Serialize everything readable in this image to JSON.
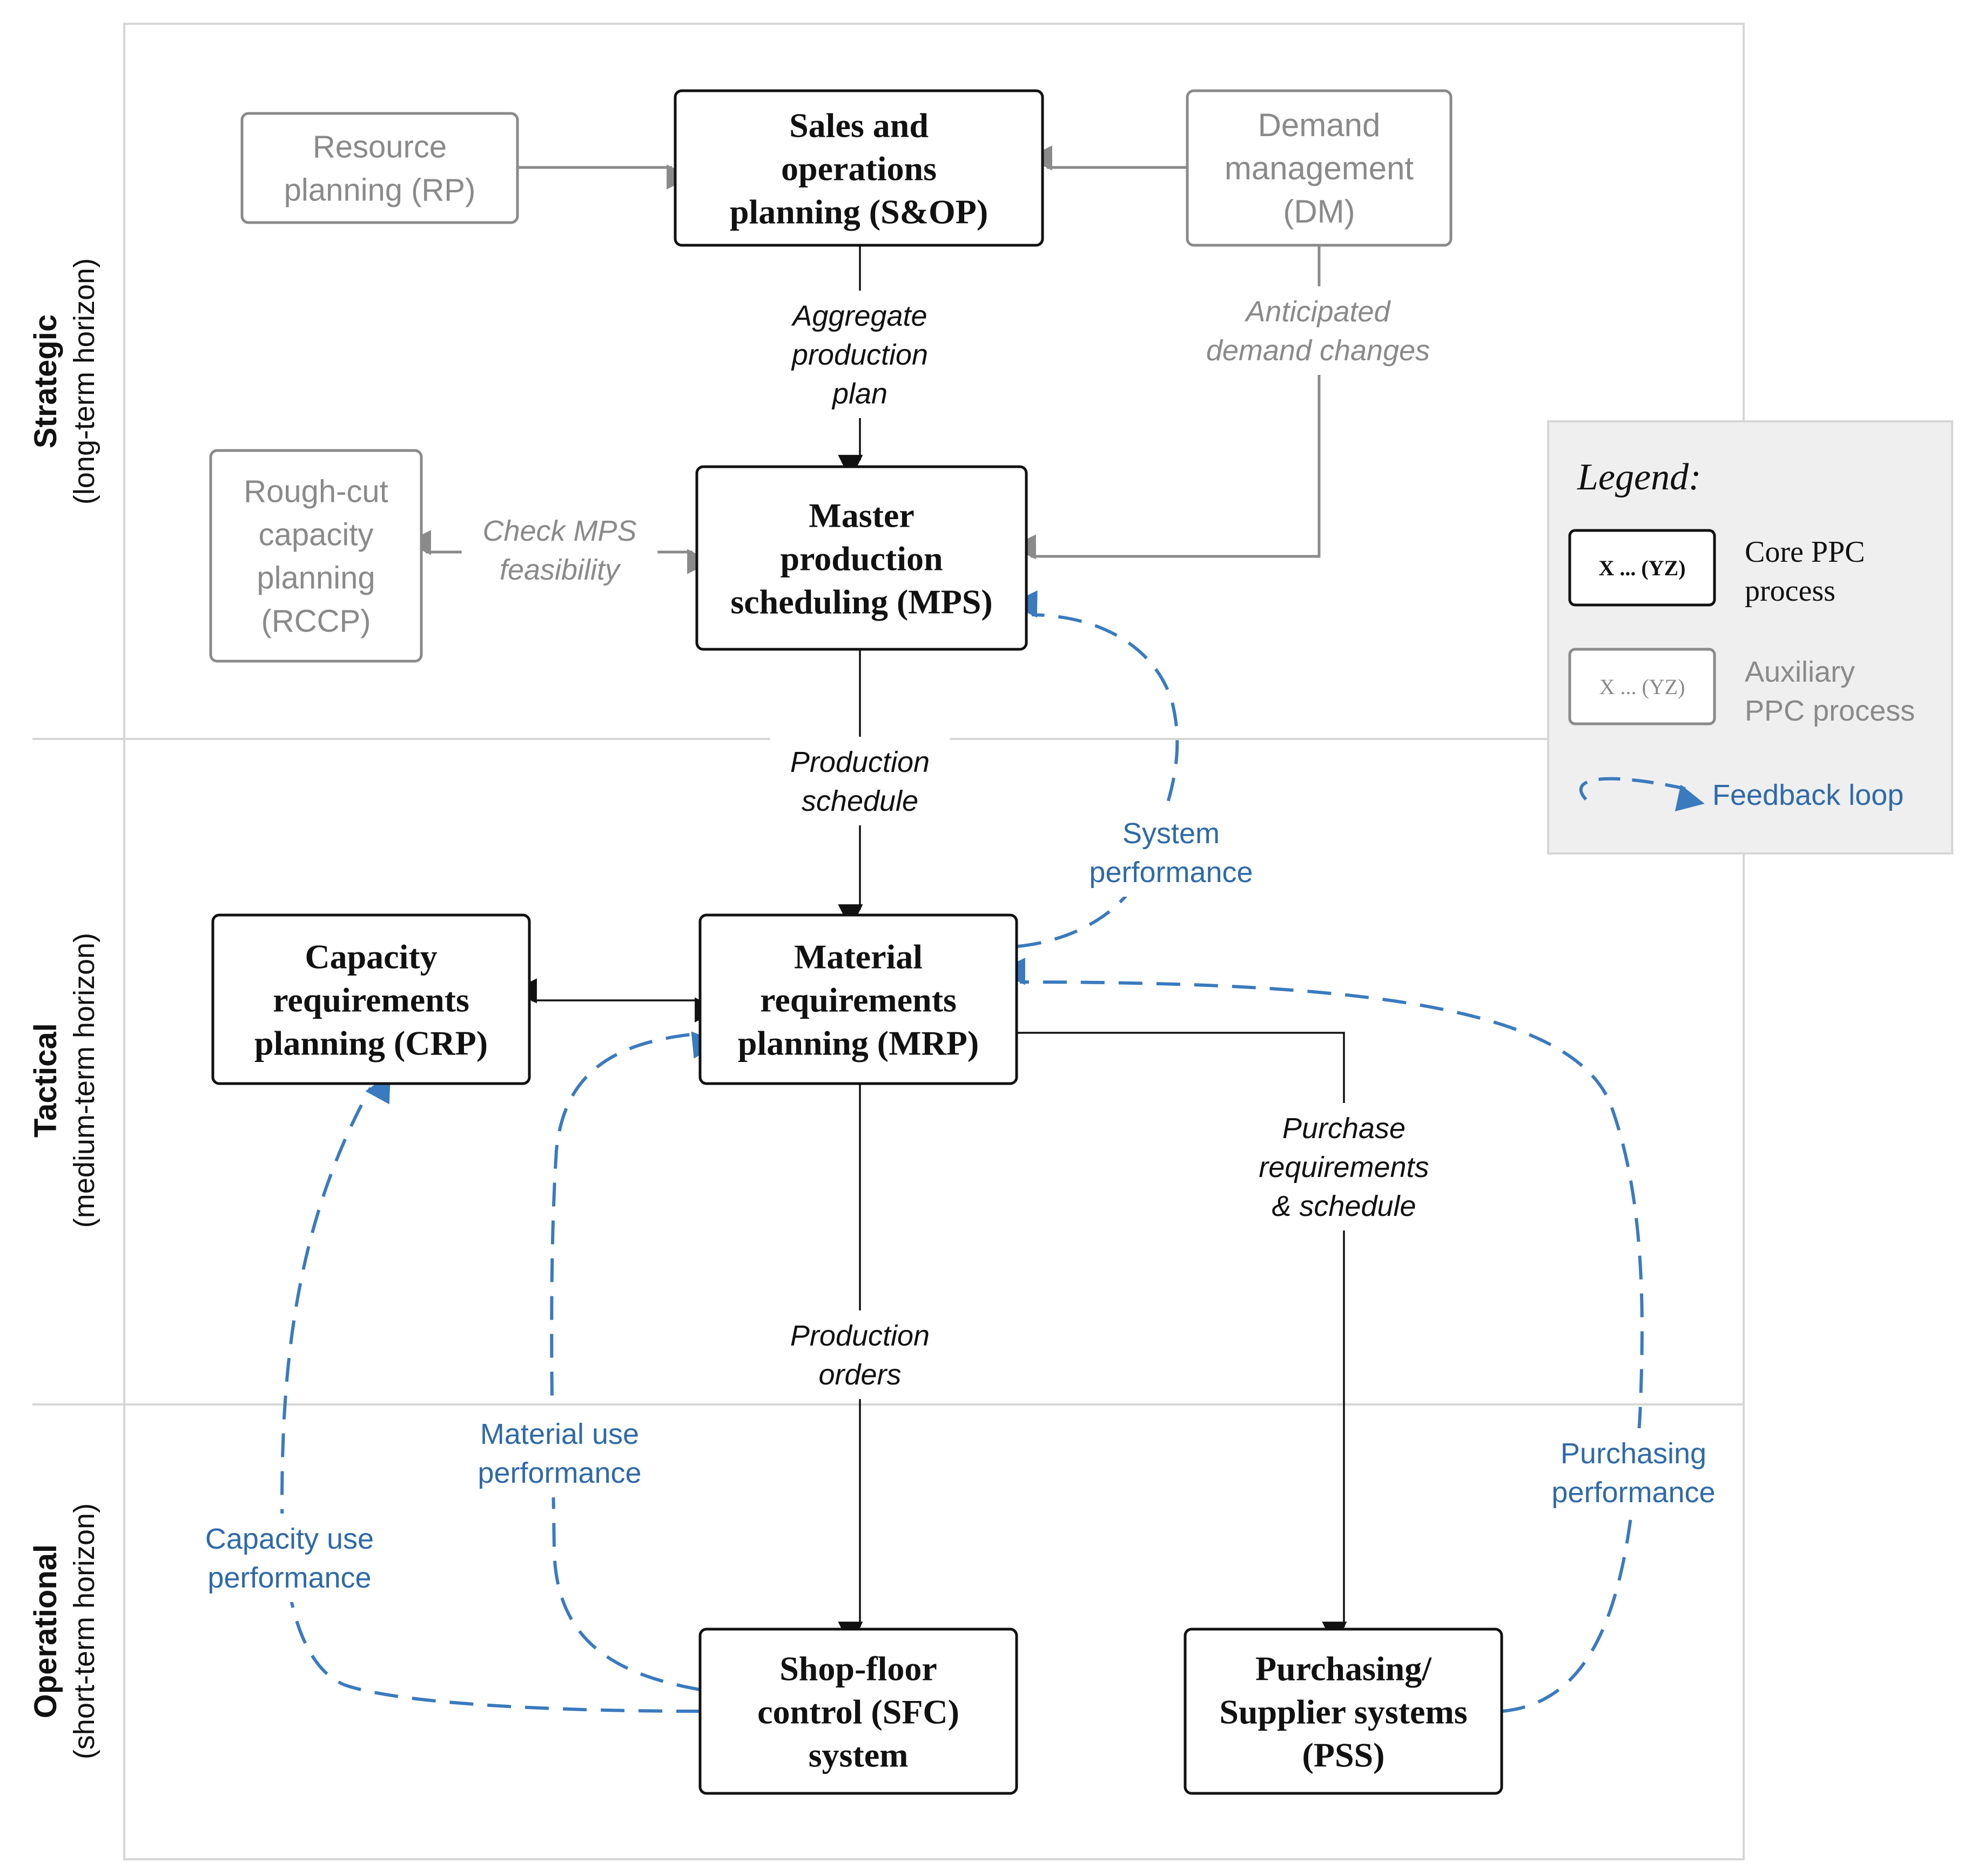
{
  "colors": {
    "core": "#111111",
    "auxiliary": "#8a8a8a",
    "feedback": "#3a7abf",
    "feedback_text": "#2f6aa8",
    "band_line": "#d6d6d6",
    "legend_bg": "#efefef"
  },
  "bands": {
    "strategic": {
      "title": "Strategic",
      "subtitle": "(long-term horizon)"
    },
    "tactical": {
      "title": "Tactical",
      "subtitle": "(medium-term horizon)"
    },
    "operational": {
      "title": "Operational",
      "subtitle": "(short-term horizon)"
    }
  },
  "nodes": {
    "rp": {
      "lines": [
        "Resource",
        "planning (RP)"
      ],
      "kind": "auxiliary"
    },
    "sop": {
      "lines": [
        "Sales and",
        "operations",
        "planning (S&OP)"
      ],
      "kind": "core"
    },
    "dm": {
      "lines": [
        "Demand",
        "management",
        "(DM)"
      ],
      "kind": "auxiliary"
    },
    "rccp": {
      "lines": [
        "Rough-cut",
        "capacity",
        "planning",
        "(RCCP)"
      ],
      "kind": "auxiliary"
    },
    "mps": {
      "lines": [
        "Master",
        "production",
        "scheduling (MPS)"
      ],
      "kind": "core"
    },
    "crp": {
      "lines": [
        "Capacity",
        "requirements",
        "planning (CRP)"
      ],
      "kind": "core"
    },
    "mrp": {
      "lines": [
        "Material",
        "requirements",
        "planning (MRP)"
      ],
      "kind": "core"
    },
    "sfc": {
      "lines": [
        "Shop-floor",
        "control (SFC)",
        "system"
      ],
      "kind": "core"
    },
    "pss": {
      "lines": [
        "Purchasing/",
        "Supplier systems",
        "(PSS)"
      ],
      "kind": "core"
    }
  },
  "edge_labels": {
    "aggregate_plan": [
      "Aggregate",
      "production",
      "plan"
    ],
    "anticipated_demand": [
      "Anticipated",
      "demand changes"
    ],
    "check_mps": [
      "Check MPS",
      "feasibility"
    ],
    "production_schedule": [
      "Production",
      "schedule"
    ],
    "production_orders": [
      "Production",
      "orders"
    ],
    "purchase_requirements": [
      "Purchase",
      "requirements",
      "& schedule"
    ],
    "system_performance": [
      "System",
      "performance"
    ],
    "material_use": [
      "Material use",
      "performance"
    ],
    "capacity_use": [
      "Capacity use",
      "performance"
    ],
    "purchasing_performance": [
      "Purchasing",
      "performance"
    ]
  },
  "legend": {
    "title": "Legend:",
    "core_sample": "X ... (YZ)",
    "core_label": [
      "Core PPC",
      "process"
    ],
    "aux_sample": "X ... (YZ)",
    "aux_label": [
      "Auxiliary",
      "PPC process"
    ],
    "feedback_label": "Feedback loop"
  }
}
